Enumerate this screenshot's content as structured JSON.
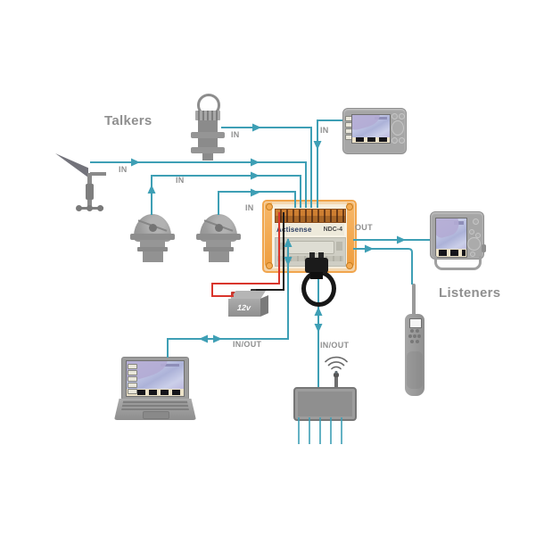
{
  "diagram": {
    "talkers_label": "Talkers",
    "listeners_label": "Listeners"
  },
  "flow_labels": {
    "wind_vane": "IN",
    "compass_1": "IN",
    "compass_2": "IN",
    "transducer": "IN",
    "display_top": "IN",
    "display_right": "OUT",
    "laptop": "IN/OUT",
    "wifi_gateway": "IN/OUT"
  },
  "multiplexer": {
    "brand": "Actisense",
    "model": "NDC-4"
  },
  "battery": {
    "voltage_label": "12v"
  },
  "icons": {
    "wifi": "wifi-signal-arcs",
    "flow_arrow": "triangle-arrowhead"
  },
  "colors": {
    "cable": "#3e9fb5",
    "power_positive": "#d9352c",
    "power_negative": "#1c1c1c",
    "device_gray": "#9a9a9a",
    "label_text": "#8f8f8f",
    "mux_orange": "#f1a54d"
  }
}
